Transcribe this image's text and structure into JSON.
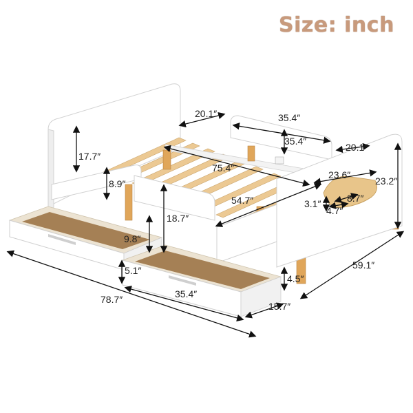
{
  "title": "Size: inch",
  "colors": {
    "title": "#c89a7c",
    "panel": "#ffffff",
    "wood": "#e8c58a",
    "post": "#e0a65a",
    "drawer_inside": "#a58055"
  },
  "dimensions": {
    "d1": "20.1″",
    "d2": "35.4″",
    "d3": "35.4″",
    "d4": "20.1″",
    "d5": "17.7″",
    "d6": "75.4″",
    "d7": "23.6″",
    "d8": "23.2″",
    "d9": "8.9″",
    "d10": "54.7″",
    "d11": "8.7″",
    "d12": "3.1″",
    "d13": "4.7″",
    "d14": "18.7″",
    "d15": "9.8″",
    "d16": "59.1″",
    "d17": "5.1″",
    "d18": "4.5″",
    "d19": "78.7″",
    "d20": "35.4″",
    "d21": "15.7″"
  }
}
